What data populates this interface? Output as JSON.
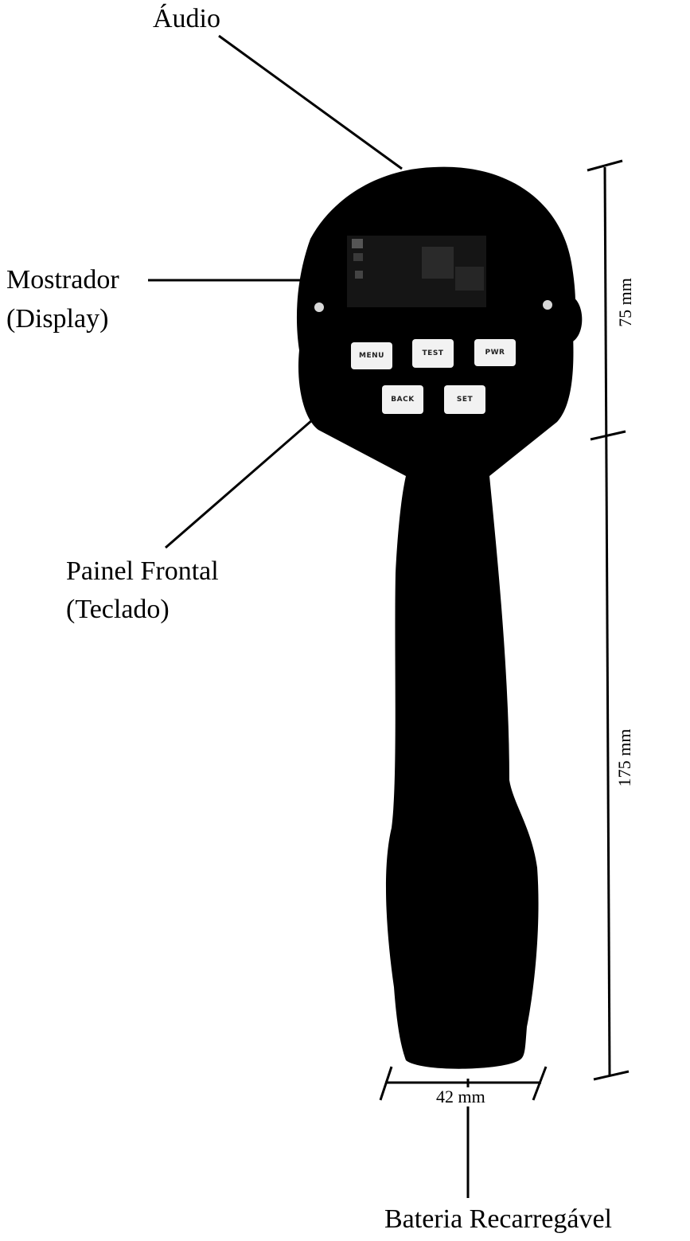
{
  "labels": {
    "audio": "Áudio",
    "display_line1": "Mostrador",
    "display_line2": "(Display)",
    "panel_line1": "Painel Frontal",
    "panel_line2": "(Teclado)",
    "battery": "Bateria Recarregável"
  },
  "dimensions": {
    "head_height": "75 mm",
    "handle_height": "175 mm",
    "width": "42 mm"
  },
  "keypad": {
    "buttons": [
      "MENU",
      "TEST",
      "PWR",
      "BACK",
      "SET"
    ]
  },
  "colors": {
    "device": "#000000",
    "background": "#ffffff",
    "button": "#f2f2f2"
  }
}
